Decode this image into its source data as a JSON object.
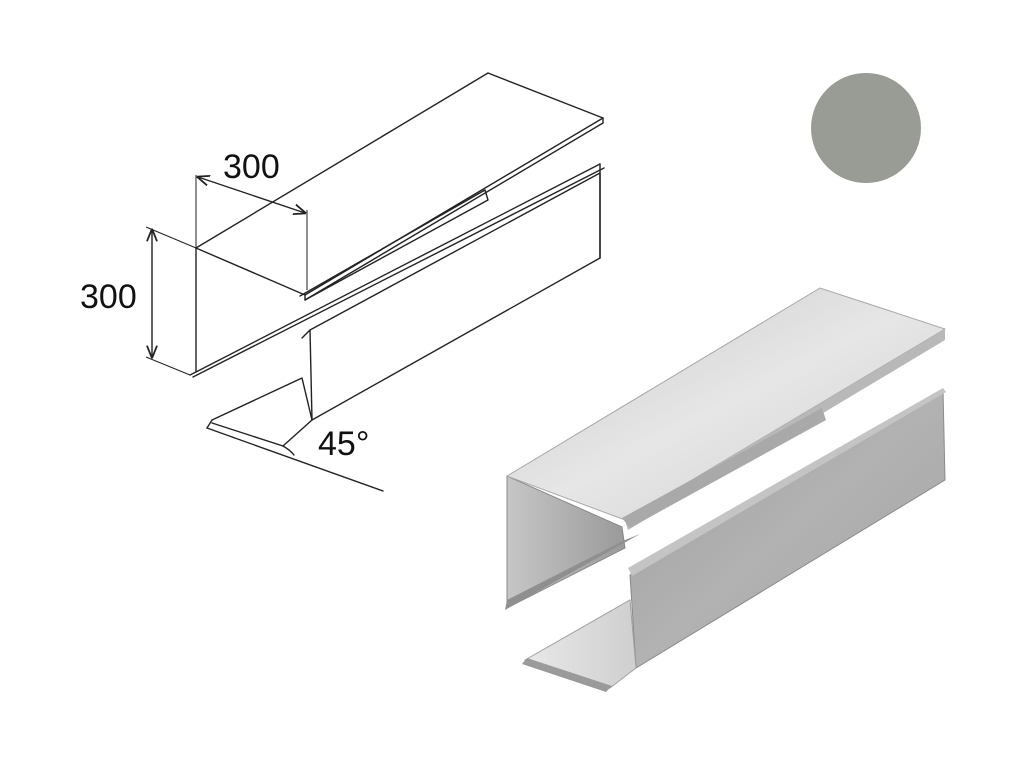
{
  "diagram": {
    "dimensions": {
      "width_label": "300",
      "height_label": "300",
      "angle_label": "45°"
    },
    "color_swatch": {
      "color": "#999c94"
    },
    "metal_colors": {
      "light": "#d8d8d8",
      "mid": "#bdbdbd",
      "dark": "#9e9e9e",
      "edge": "#7f7f7f"
    }
  }
}
